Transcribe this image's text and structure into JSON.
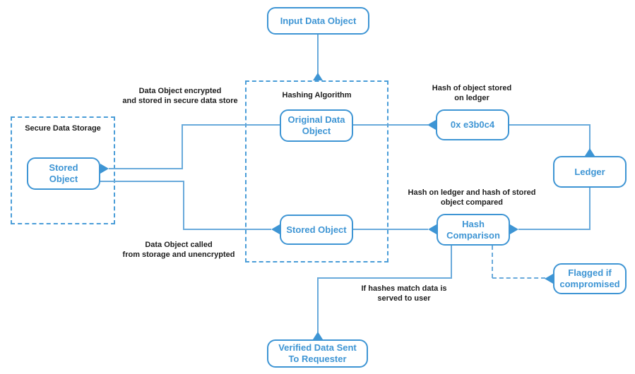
{
  "colors": {
    "node_border": "#3e95d4",
    "node_text": "#3e95d4",
    "connector": "#69aadb",
    "annotation_text": "#1d1d1d",
    "background": "#ffffff"
  },
  "nodes": {
    "input": {
      "lines": [
        "Input Data Object"
      ]
    },
    "original": {
      "lines": [
        "Original Data",
        "Object"
      ]
    },
    "stored_hashing": {
      "lines": [
        "Stored Object"
      ]
    },
    "stored_storage": {
      "lines": [
        "Stored",
        "Object"
      ]
    },
    "hash_value": {
      "lines": [
        "0x e3b0c4"
      ]
    },
    "ledger": {
      "lines": [
        "Ledger"
      ]
    },
    "hash_comparison": {
      "lines": [
        "Hash",
        "Comparison"
      ]
    },
    "flagged": {
      "lines": [
        "Flagged if",
        "compromised"
      ]
    },
    "verified": {
      "lines": [
        "Verified Data Sent",
        "To Requester"
      ]
    }
  },
  "containers": {
    "secure_data_storage": {
      "label": "Secure Data Storage"
    },
    "hashing_algorithm": {
      "label": "Hashing Algorithm"
    }
  },
  "annotations": {
    "encrypted": {
      "lines": [
        "Data Object encrypted",
        "and stored in secure data store"
      ]
    },
    "called": {
      "lines": [
        "Data Object called",
        "from storage and unencrypted"
      ]
    },
    "hash_on_ledger": {
      "lines": [
        "Hash of object stored",
        "on ledger"
      ]
    },
    "compared": {
      "lines": [
        "Hash on ledger and hash of stored",
        "object compared"
      ]
    },
    "served": {
      "lines": [
        "If hashes match data is",
        "served to user"
      ]
    }
  }
}
